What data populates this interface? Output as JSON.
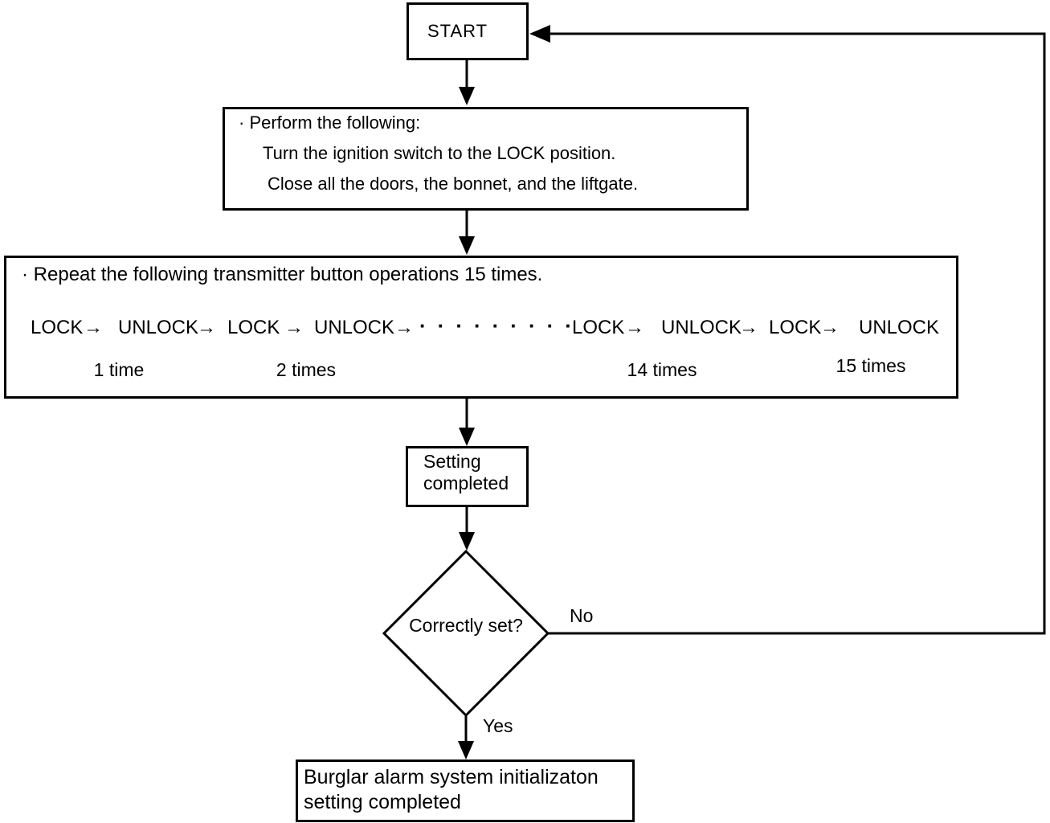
{
  "colors": {
    "ink": "#000000",
    "background": "#ffffff"
  },
  "flowchart": {
    "start": {
      "label": "START"
    },
    "perform": {
      "line1": "· Perform the following:",
      "line2": "Turn the ignition switch to the LOCK position.",
      "line3": "Close all the doors, the bonnet, and the liftgate."
    },
    "repeat": {
      "title": "· Repeat the following transmitter button operations 15 times.",
      "lock": "LOCK",
      "unlock": "UNLOCK",
      "arrow": "→",
      "dots": "·········",
      "groups": [
        {
          "label": "1 time"
        },
        {
          "label": "2 times"
        },
        {
          "label": "14 times"
        },
        {
          "label": "15 times"
        }
      ]
    },
    "setting": {
      "line1": "Setting",
      "line2": "completed"
    },
    "decision": {
      "question": "Correctly set?",
      "no": "No",
      "yes": "Yes"
    },
    "final": {
      "line1": "Burglar alarm system initializaton",
      "line2": "setting completed"
    }
  }
}
